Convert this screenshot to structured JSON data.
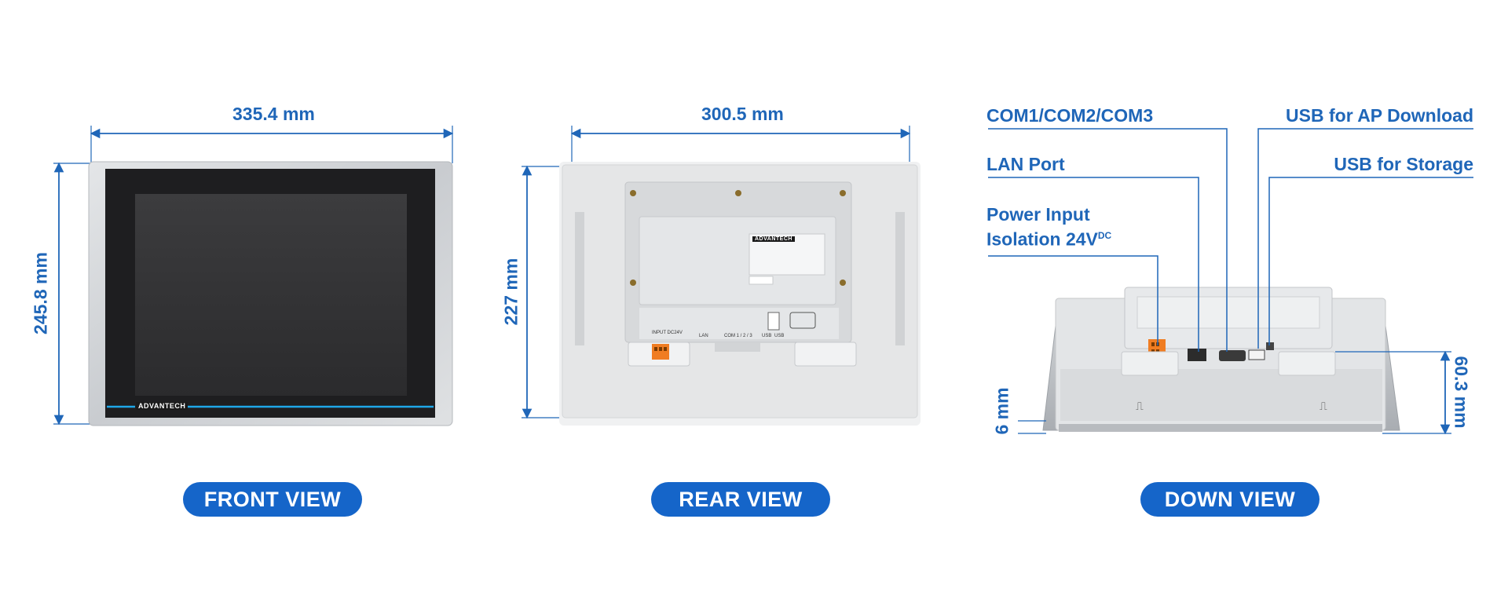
{
  "front": {
    "width_label": "335.4 mm",
    "height_label": "245.8 mm",
    "brand": "ADVANTECH",
    "view_label": "FRONT VIEW"
  },
  "rear": {
    "width_label": "300.5 mm",
    "height_label": "227 mm",
    "brand": "ADVANTECH",
    "port_labels": [
      "INPUT DC24V",
      "LAN",
      "COM 1 / 2 / 3",
      "USB",
      "USB"
    ],
    "view_label": "REAR VIEW"
  },
  "down": {
    "callouts": {
      "com": "COM1/COM2/COM3",
      "usb_ap": "USB for AP Download",
      "lan": "LAN Port",
      "usb_storage": "USB for Storage",
      "power_line1": "Power Input",
      "power_line2": "Isolation 24V",
      "power_sup": "DC"
    },
    "depth_label": "60.3 mm",
    "bezel_label": "6 mm",
    "view_label": "DOWN VIEW"
  },
  "colors": {
    "accent": "#1f66b8",
    "pill": "#1565c9",
    "connector": "#f07d22"
  }
}
